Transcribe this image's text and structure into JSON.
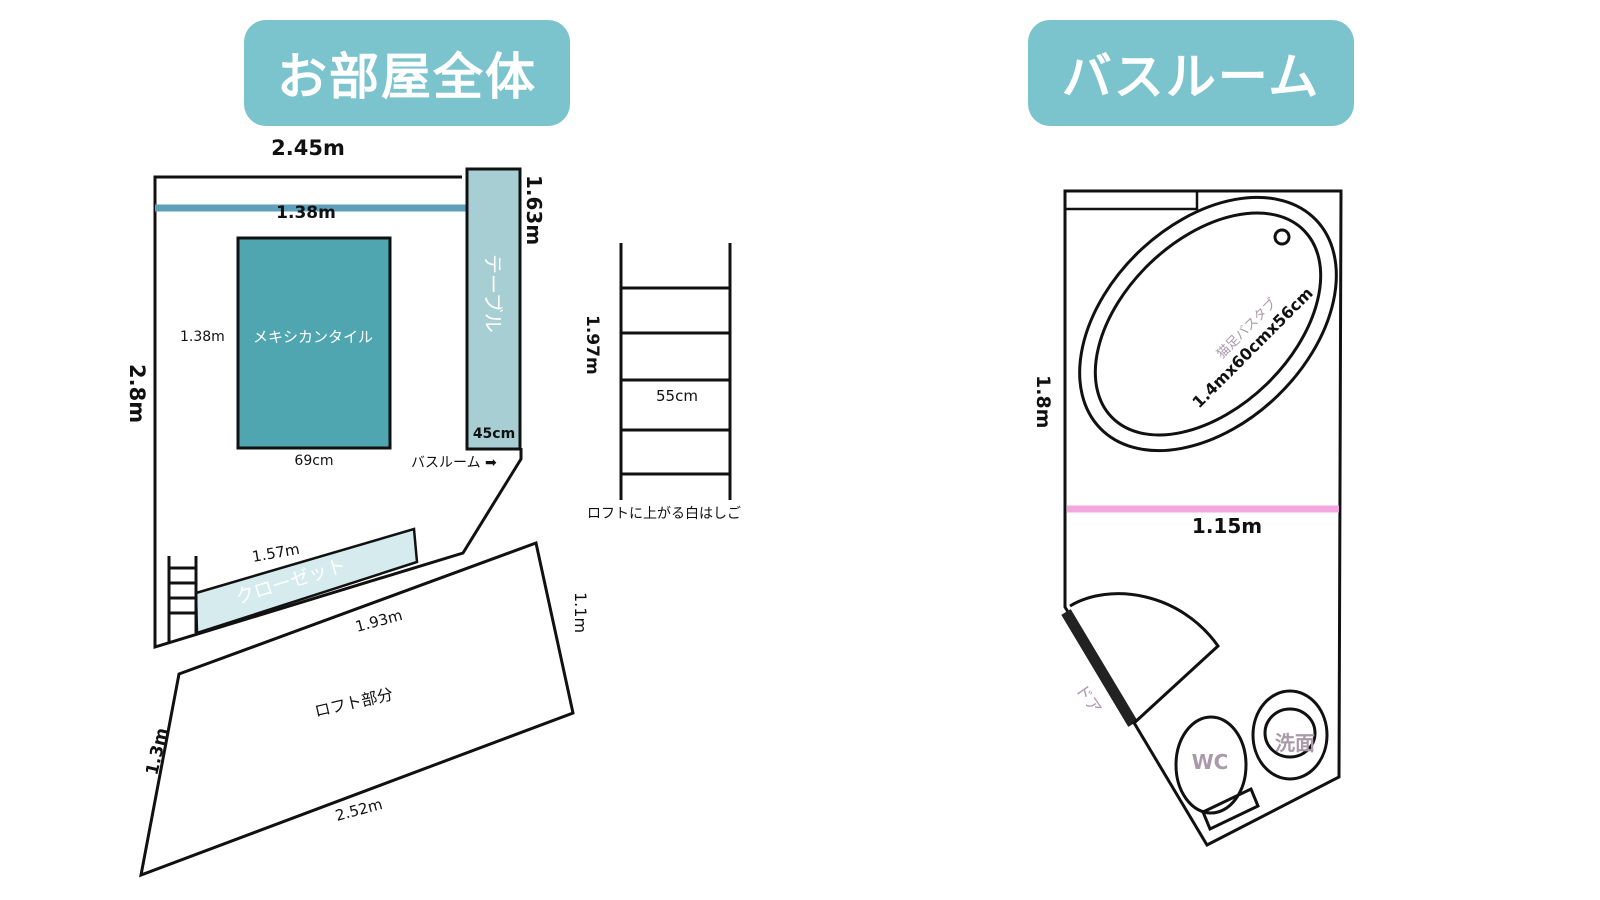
{
  "titles": {
    "room": "お部屋全体",
    "bathroom": "バスルーム"
  },
  "room": {
    "top_width": "2.45m",
    "rail_length": "1.38m",
    "table_height": "1.63m",
    "table_label": "テーブル",
    "table_width": "45cm",
    "left_height": "2.8m",
    "tile_label": "メキシカンタイル",
    "tile_height": "1.38m",
    "tile_width": "69cm",
    "bathroom_arrow_label": "バスルーム ➡",
    "closet_length": "1.57m",
    "closet_label": "クローゼット",
    "loft_top": "1.93m",
    "loft_right": "1.1m",
    "loft_label": "ロフト部分",
    "loft_left": "1.3m",
    "loft_bottom": "2.52m"
  },
  "ladder": {
    "height": "1.97m",
    "width": "55cm",
    "caption": "ロフトに上がる白はしご"
  },
  "bath": {
    "height": "1.8m",
    "tub_name": "猫足バスタブ",
    "tub_size": "1.4mx60cmx56cm",
    "width": "1.15m",
    "door": "ドア",
    "wc": "WC",
    "sink": "洗面"
  },
  "colors": {
    "pill": "#7bc3cd",
    "tile": "#4fa5b0",
    "table": "#a6ced3",
    "closet": "#d6ebee",
    "rail": "#5e9fb9",
    "pink": "#f3a7df",
    "faint_text": "#a99aa9"
  }
}
